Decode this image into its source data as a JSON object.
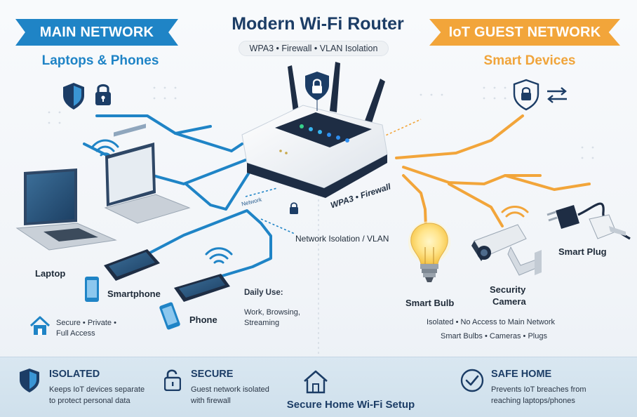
{
  "title": "Modern Wi-Fi Router",
  "subtitle_pill": "WPA3 • Firewall • VLAN Isolation",
  "main_network": {
    "banner": "MAIN NETWORK",
    "subtitle": "Laptops & Phones",
    "devices": [
      "Laptop",
      "Smartphone",
      "Phone"
    ],
    "daily_use_title": "Daily Use:",
    "daily_use_lines": [
      "Work, Browsing,",
      "Streaming"
    ],
    "access_lines": [
      "Secure • Private •",
      "Full Access"
    ],
    "color": "#1f84c6"
  },
  "iot_network": {
    "banner": "IoT GUEST NETWORK",
    "subtitle": "Smart Devices",
    "devices": [
      "Smart Bulb",
      "Security",
      "Camera",
      "Smart Plug"
    ],
    "notes": [
      "Isolated • No Access to Main Network",
      "Smart Bulbs • Cameras • Plugs"
    ],
    "color": "#f2a53a"
  },
  "router": {
    "label": "WPA3 • Firewall",
    "network_tag": "Network",
    "isolation_label": "Network Isolation / VLAN"
  },
  "footer": {
    "items": [
      {
        "title": "ISOLATED",
        "desc": [
          "Keeps IoT devices separate",
          "to protect personal data"
        ],
        "icon": "shield-icon"
      },
      {
        "title": "SECURE",
        "desc": [
          "Guest network isolated",
          "with firewall"
        ],
        "icon": "unlocked-padlock-icon"
      },
      {
        "title": "SAFE HOME",
        "desc": [
          "Prevents IoT breaches from",
          "reaching laptops/phones"
        ],
        "icon": "checkmark-circle-icon"
      }
    ],
    "center_icon": "house-icon",
    "center_title": "Secure Home Wi-Fi Setup"
  },
  "colors": {
    "main": "#1f84c6",
    "iot": "#f2a53a",
    "navy": "#1c3d66",
    "footer_bg": "#d4e4ef"
  }
}
